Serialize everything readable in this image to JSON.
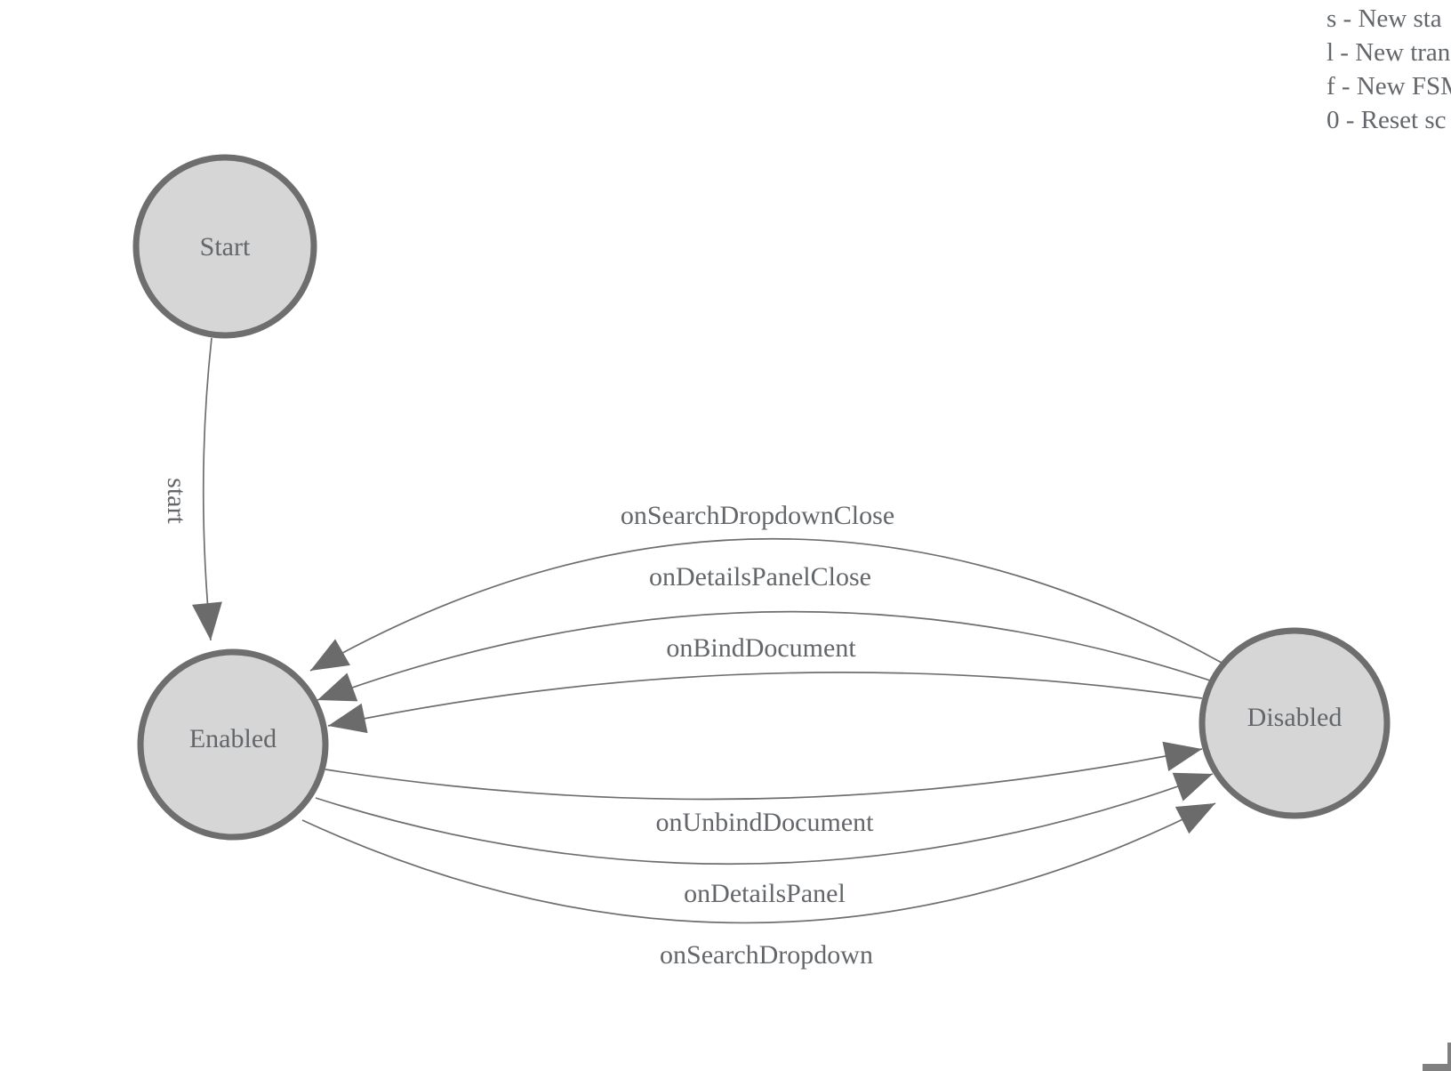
{
  "diagram": {
    "type": "finite-state-machine",
    "nodes": [
      {
        "id": "start",
        "label": "Start"
      },
      {
        "id": "enabled",
        "label": "Enabled"
      },
      {
        "id": "disabled",
        "label": "Disabled"
      }
    ],
    "edges": [
      {
        "label": "start",
        "from": "Start",
        "to": "Enabled"
      },
      {
        "label": "onSearchDropdownClose",
        "from": "Disabled",
        "to": "Enabled"
      },
      {
        "label": "onDetailsPanelClose",
        "from": "Disabled",
        "to": "Enabled"
      },
      {
        "label": "onBindDocument",
        "from": "Disabled",
        "to": "Enabled"
      },
      {
        "label": "onUnbindDocument",
        "from": "Enabled",
        "to": "Disabled"
      },
      {
        "label": "onDetailsPanel",
        "from": "Enabled",
        "to": "Disabled"
      },
      {
        "label": "onSearchDropdown",
        "from": "Enabled",
        "to": "Disabled"
      }
    ]
  },
  "legend": {
    "items": [
      "s - New sta",
      "l - New tran",
      "f - New FSM",
      "0 - Reset sc"
    ]
  },
  "colors": {
    "node_fill": "#d6d6d6",
    "node_stroke": "#6e6e6e",
    "edge_stroke": "#6e6e6e",
    "arrow_fill": "#6b6b6b",
    "label_text": "#63666a",
    "corner": "#808080"
  }
}
